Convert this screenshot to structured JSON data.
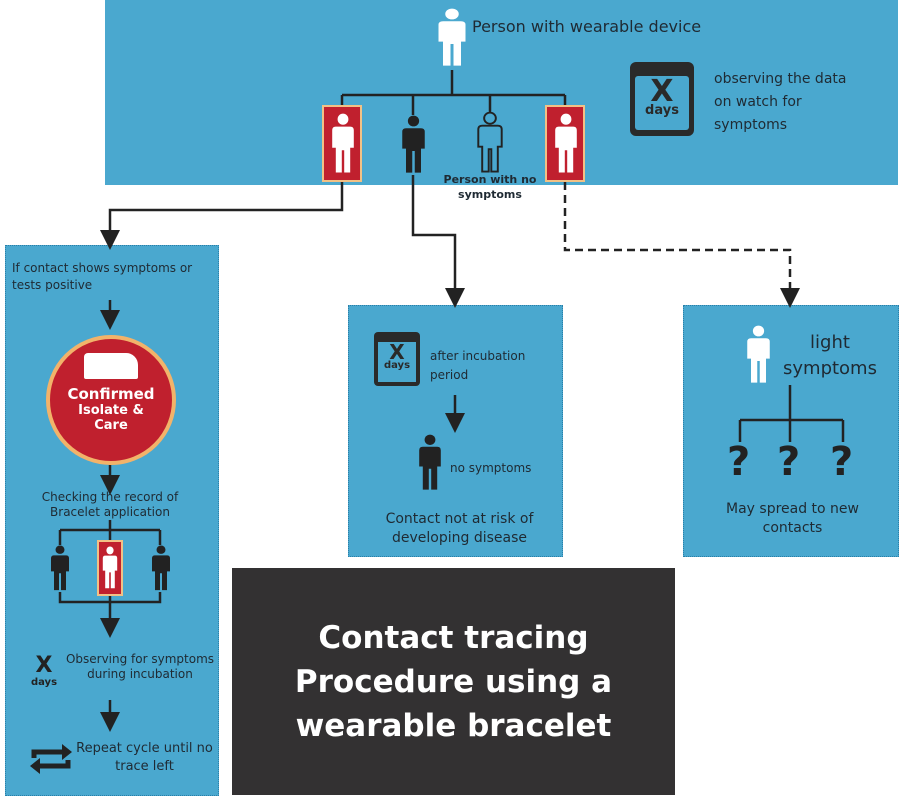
{
  "top": {
    "person_label": "Person with wearable device",
    "calendar": {
      "x": "X",
      "days": "days"
    },
    "observe_text": "observing the data on watch for symptoms",
    "no_symptoms_label": "Person with no symptoms"
  },
  "left": {
    "intro": "If contact shows symptoms or tests positive",
    "circle": {
      "line1": "Confirmed",
      "line2": "Isolate &",
      "line3": "Care"
    },
    "checking": "Checking the record of Bracelet application",
    "x": "X",
    "days": "days",
    "observing": "Observing for symptoms during incubation",
    "repeat": "Repeat cycle until no trace left"
  },
  "middle": {
    "x": "X",
    "days": "days",
    "after": "after incubation period",
    "no_symptoms": "no symptoms",
    "result": "Contact not at risk of developing disease"
  },
  "right": {
    "light": "light symptoms",
    "q": "?",
    "spread": "May spread to new contacts"
  },
  "title": "Contact tracing Procedure using a wearable bracelet",
  "colors": {
    "panel": "#4aa8cf",
    "red": "#c0202e",
    "dark": "#333132"
  }
}
